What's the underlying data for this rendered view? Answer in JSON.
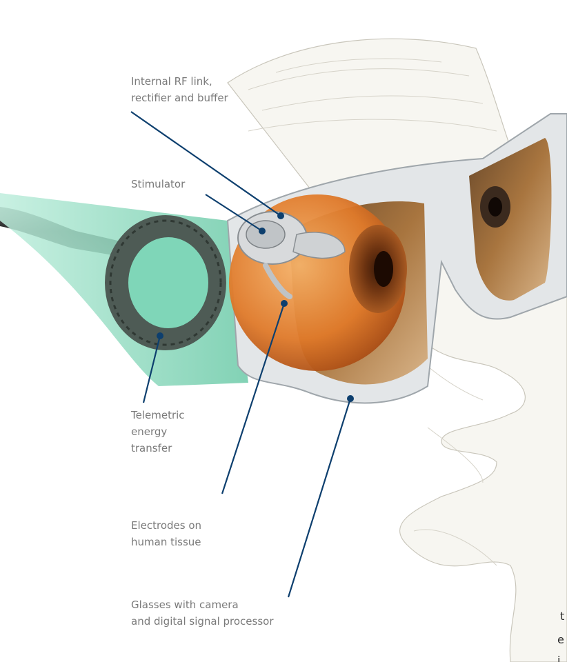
{
  "labels": {
    "rf_link": [
      "Internal RF link,",
      "rectifier and buffer"
    ],
    "stimulator": [
      "Stimulator"
    ],
    "telemetric": [
      "Telemetric",
      "energy",
      "transfer"
    ],
    "electrodes": [
      "Electrodes on",
      "human tissue"
    ],
    "glasses": [
      "Glasses with camera",
      "and digital signal processor"
    ]
  },
  "edge_text": [
    "t",
    "e",
    "i"
  ],
  "colors": {
    "leader_line": "#0d3f6e",
    "label_text": "#7a7a7a",
    "lens_tint": "#a8753f",
    "temple_tint": "#7fd6b8",
    "frame": "#e3e6e8",
    "iris": "#8a4a1e",
    "eyeball": "#e07a2a"
  }
}
